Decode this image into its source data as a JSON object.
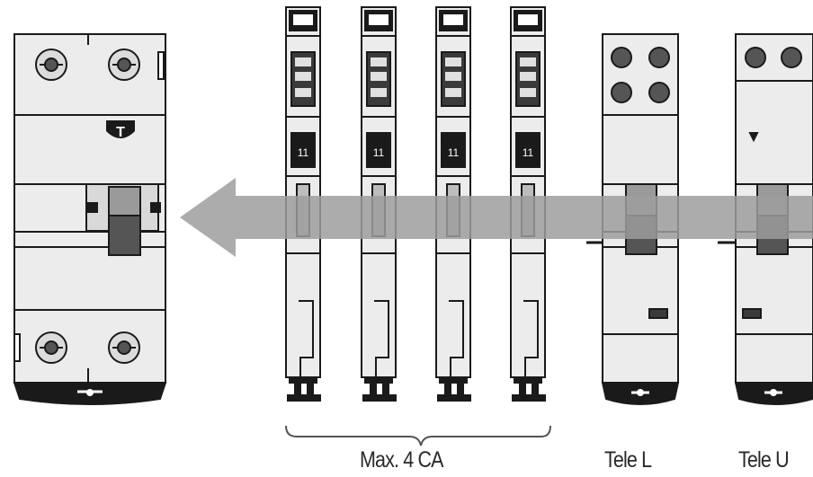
{
  "labels": {
    "aux_group": "Max. 4 CA",
    "tele_l": "Tele L",
    "tele_u": "Tele U",
    "main_badge": "T",
    "aux_badge": "11"
  },
  "colors": {
    "line": "#1a1a1a",
    "body_fill": "#ececec",
    "arrow": "#9e9e9e",
    "background": "#ffffff"
  },
  "icons": {
    "arrow": "left-arrow-icon",
    "terminal_screw": "terminal-screw-icon",
    "clip": "din-rail-clip-icon"
  }
}
